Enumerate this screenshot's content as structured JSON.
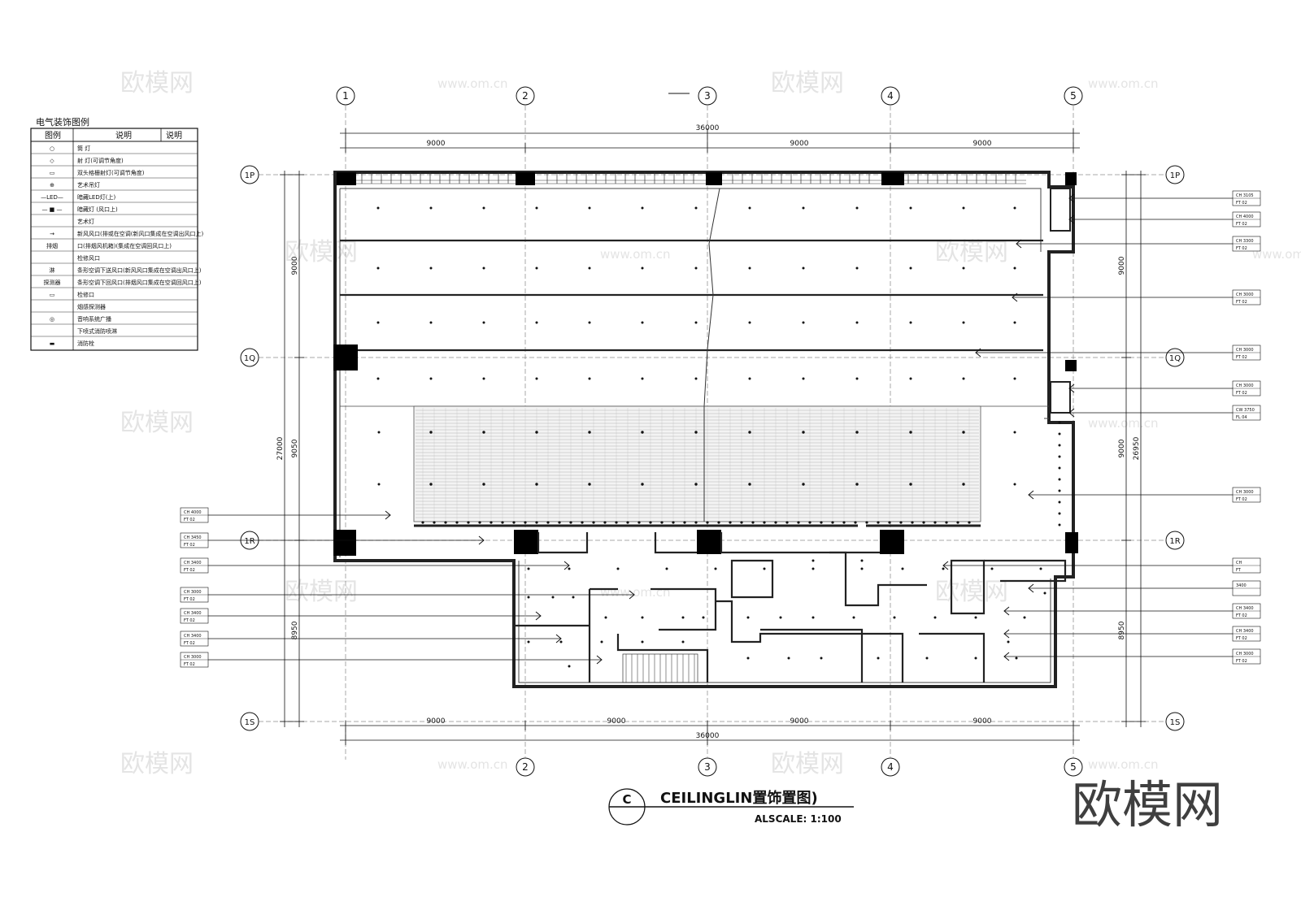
{
  "watermark": {
    "cn": "欧模网",
    "url": "www.om.cn",
    "big": "欧模网"
  },
  "grid": {
    "columns": [
      "1",
      "2",
      "3",
      "4",
      "5"
    ],
    "bottom_columns": [
      "2",
      "3",
      "4",
      "5"
    ],
    "rows": [
      "1P",
      "1Q",
      "1R",
      "1S"
    ]
  },
  "dims": {
    "total_h": "36000",
    "bay": "9000",
    "total_v": "27000",
    "total_v_right": "26950",
    "row_a": "9000",
    "row_b": "9050",
    "row_c": "8950"
  },
  "legend": {
    "title": "电气装饰图例",
    "headers": [
      "图例",
      "说明",
      "说明"
    ],
    "rows": [
      {
        "sym": "○",
        "text": "筒 灯"
      },
      {
        "sym": "◇",
        "text": "射 灯(可调节角度)"
      },
      {
        "sym": "▭",
        "text": "双头格栅射灯(可调节角度)"
      },
      {
        "sym": "⊕",
        "text": "艺术吊灯"
      },
      {
        "sym": "—LED—",
        "text": "暗藏LED灯(上)"
      },
      {
        "sym": "— ■ —",
        "text": "暗藏灯 (风口上)"
      },
      {
        "sym": "",
        "text": "艺术灯"
      },
      {
        "sym": "→",
        "text": "新风风口(排或在空调(新风口集成在空调出风口上)"
      },
      {
        "sym": "排烟",
        "text": "口(排烟风机箱)(集成在空调回风口上)"
      },
      {
        "sym": "",
        "text": "检修风口"
      },
      {
        "sym": "淋",
        "text": "条形空调下送风口(新风风口集成在空调出风口上)"
      },
      {
        "sym": "探测器",
        "text": "条形空调下回风口(排烟风口集成在空调回风口上)"
      },
      {
        "sym": "▭",
        "text": "检修口"
      },
      {
        "sym": "",
        "text": "烟感探测器"
      },
      {
        "sym": "◎",
        "text": "音响系统广播"
      },
      {
        "sym": "",
        "text": "下喷式消防喷淋"
      },
      {
        "sym": "▬",
        "text": "消防栓"
      }
    ]
  },
  "tags_right": [
    {
      "ch": "CH 3105",
      "ft": "FT 02"
    },
    {
      "ch": "CH 4000",
      "ft": "FT 02"
    },
    {
      "ch": "CH 3300",
      "ft": "FT 02"
    },
    {
      "ch": "CH 3000",
      "ft": "FT 02"
    },
    {
      "ch": "CH 3000",
      "ft": "FT 02"
    },
    {
      "ch": "CH 3000",
      "ft": "FT 02"
    },
    {
      "ch": "CW 3750",
      "ft": "FL 04"
    },
    {
      "ch": "CH 3000",
      "ft": "FT 02"
    },
    {
      "ch": "CH",
      "ft": "FT"
    },
    {
      "ch": "3400",
      "ft": ""
    },
    {
      "ch": "CH 3400",
      "ft": "FT 02"
    },
    {
      "ch": "CH 3400",
      "ft": "FT 02"
    },
    {
      "ch": "CH 3000",
      "ft": "FT 02"
    }
  ],
  "tags_left": [
    {
      "ch": "CH 4000",
      "ft": "FT 02"
    },
    {
      "ch": "CH 3450",
      "ft": "FT 02"
    },
    {
      "ch": "CH 3400",
      "ft": "FT 02"
    },
    {
      "ch": "CH 3000",
      "ft": "FT 02"
    },
    {
      "ch": "CH 3400",
      "ft": "FT 02"
    },
    {
      "ch": "CH 3400",
      "ft": "FT 02"
    },
    {
      "ch": "CH 3000",
      "ft": "FT 02"
    }
  ],
  "title": {
    "mark": "C",
    "name": "CEILINGLIN置饰置图)",
    "scale": "ALSCALE: 1:100"
  }
}
